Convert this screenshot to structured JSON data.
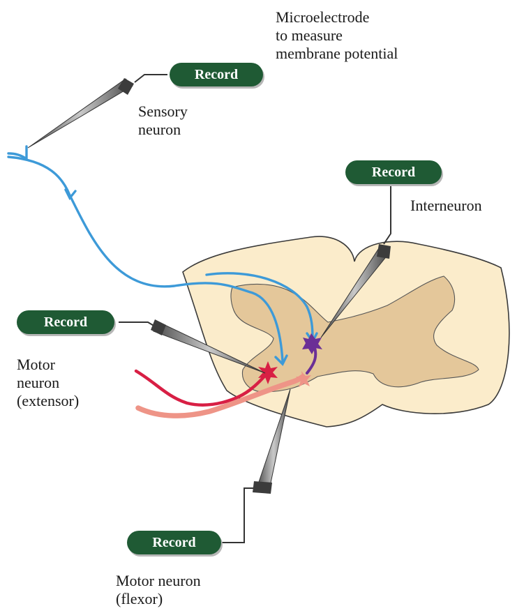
{
  "labels": {
    "microelectrode": "Microelectrode\nto measure\nmembrane potential",
    "sensory": "Sensory\nneuron",
    "interneuron": "Interneuron",
    "motor_extensor": "Motor\nneuron\n(extensor)",
    "motor_flexor": "Motor neuron\n(flexor)"
  },
  "buttons": {
    "sensory": "Record",
    "interneuron": "Record",
    "extensor": "Record",
    "flexor": "Record"
  },
  "colors": {
    "record_button": "#1f5a34",
    "spinal_cord": "#fbeccb",
    "gray_matter": "#e4c79a",
    "sensory_neuron": "#3d9ad8",
    "interneuron": "#6b2f96",
    "extensor_neuron": "#d81f44",
    "flexor_neuron": "#ee9487",
    "electrode": "#555555"
  }
}
